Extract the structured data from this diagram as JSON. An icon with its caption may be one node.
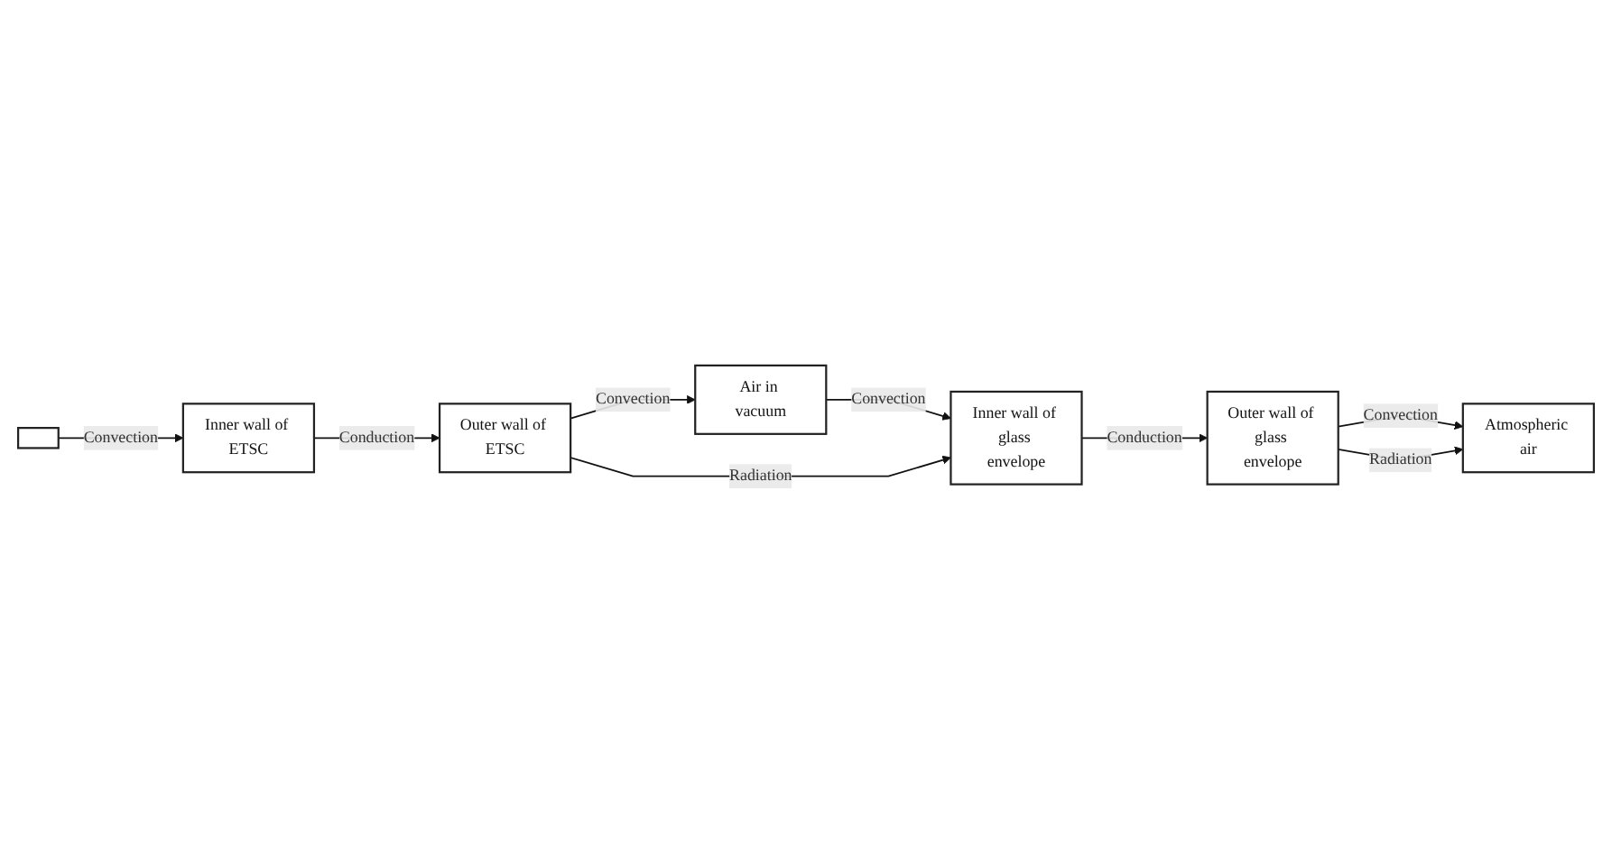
{
  "diagram": {
    "nodes": [
      {
        "text": [],
        "shape": "box"
      },
      {
        "text": [
          "Inner wall of ETSC"
        ]
      },
      {
        "text": [
          "Outer wall of ETSC"
        ]
      },
      {
        "text": [
          "Air in vacuum"
        ]
      },
      {
        "text": [
          "Inner wall of glass envelope"
        ]
      },
      {
        "text": [
          "Outer wall of glass envelope"
        ]
      },
      {
        "text": [
          "Atmospheric air"
        ]
      }
    ],
    "edges": [
      {
        "from": 0,
        "to": 1,
        "arrow": "to",
        "label": "Convection"
      },
      {
        "from": 1,
        "to": 2,
        "arrow": "to",
        "label": "Conduction"
      },
      {
        "from": 2,
        "to": 3,
        "arrow": "to",
        "label": "Convection"
      },
      {
        "from": 3,
        "to": 4,
        "arrow": "to",
        "label": "Convection"
      },
      {
        "from": 2,
        "to": 4,
        "arrow": "to",
        "label": "Radiation"
      },
      {
        "from": 4,
        "to": 5,
        "arrow": "to",
        "label": "Conduction"
      },
      {
        "from": 5,
        "to": 6,
        "arrow": "to",
        "label": "Convection"
      },
      {
        "from": 5,
        "to": 6,
        "arrow": "to",
        "label": "Radiation"
      }
    ]
  }
}
